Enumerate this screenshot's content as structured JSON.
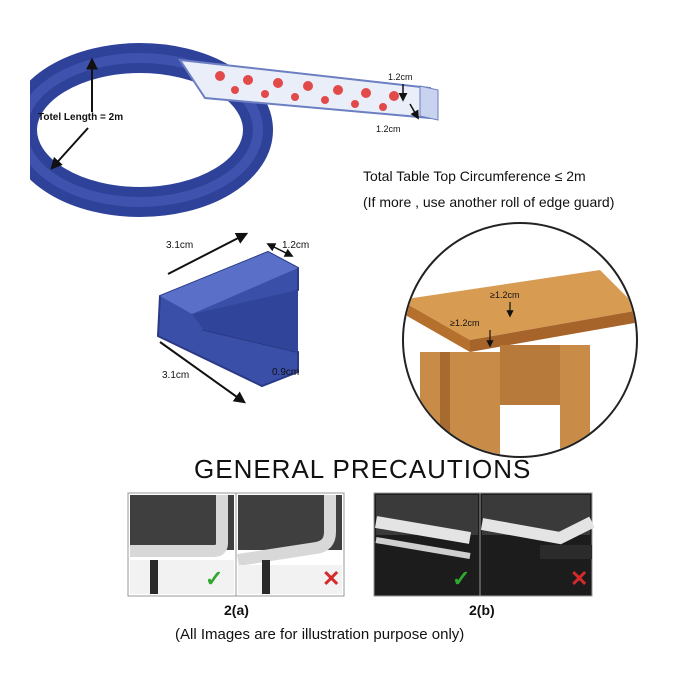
{
  "roll": {
    "length_label": "Totel Length = 2m",
    "height_label": "1.2cm",
    "width_label": "1.2cm"
  },
  "circumference": {
    "line1": "Total Table Top Circumference ≤ 2m",
    "line2": "(If more , use another roll of edge guard)"
  },
  "corner": {
    "top_length": "3.1cm",
    "top_width": "1.2cm",
    "bottom_length": "3.1cm",
    "thickness": "0.9cm"
  },
  "table": {
    "top_label": "≥1.2cm",
    "side_label": "≥1.2cm"
  },
  "precautions": {
    "title": "GENERAL PRECAUTIONS",
    "caption_a": "2(a)",
    "caption_b": "2(b)",
    "footer": "(All Images are for illustration purpose only)"
  },
  "colors": {
    "guard_blue": "#3a4fa8",
    "wood": "#c9893f",
    "ok_green": "#2fa82f",
    "bad_red": "#d42a2a"
  },
  "icons": {
    "ok": "check-icon",
    "bad": "cross-icon"
  }
}
